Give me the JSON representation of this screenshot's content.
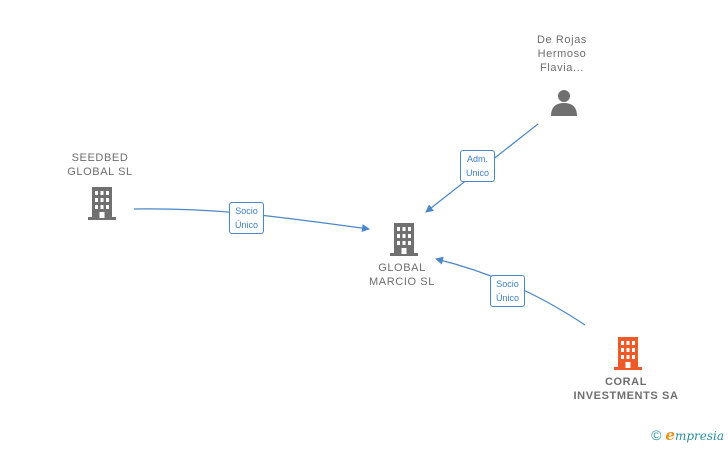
{
  "nodes": {
    "de_rojas": {
      "lines": [
        "De Rojas",
        "Hermoso",
        "Flavia..."
      ],
      "icon": "person-icon",
      "color": "#707070"
    },
    "seedbed": {
      "lines": [
        "SEEDBED",
        "GLOBAL  SL"
      ],
      "icon": "building-icon",
      "color": "#707070"
    },
    "global_marcio": {
      "lines": [
        "GLOBAL",
        "MARCIO  SL"
      ],
      "icon": "building-icon",
      "color": "#707070"
    },
    "coral": {
      "lines": [
        "CORAL",
        "INVESTMENTS SA"
      ],
      "icon": "building-icon",
      "color": "#f05a28"
    }
  },
  "edges": {
    "adm": {
      "lines": [
        "Adm.",
        "Unico"
      ]
    },
    "socio_seedbed": {
      "lines": [
        "Socio",
        "Único"
      ]
    },
    "socio_coral": {
      "lines": [
        "Socio",
        "Único"
      ]
    }
  },
  "colors": {
    "edge": "#4a86c8"
  },
  "footer": {
    "copyright": "©",
    "brand_initial": "e",
    "brand_rest": "mpresia"
  }
}
